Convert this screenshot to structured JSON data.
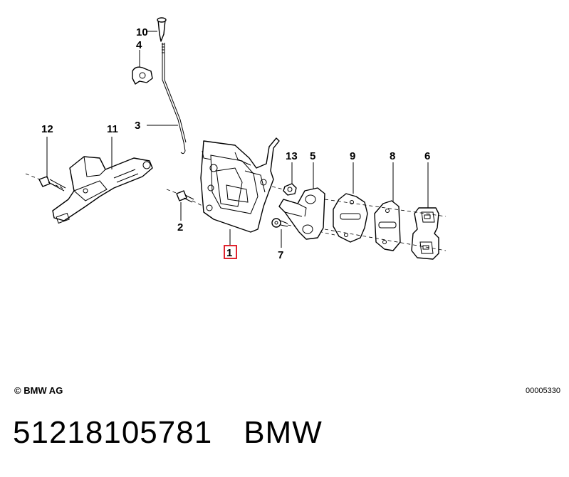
{
  "diagram": {
    "callouts": [
      {
        "label": "10"
      },
      {
        "label": "4"
      },
      {
        "label": "3"
      },
      {
        "label": "12"
      },
      {
        "label": "11"
      },
      {
        "label": "13"
      },
      {
        "label": "5"
      },
      {
        "label": "9"
      },
      {
        "label": "8"
      },
      {
        "label": "6"
      },
      {
        "label": "2"
      },
      {
        "label": "7"
      },
      {
        "label": "1",
        "highlighted": true
      }
    ],
    "highlight_color": "#e0232e"
  },
  "copyright": "© BMW AG",
  "diagram_number": "00005330",
  "footer": {
    "part_number": "51218105781",
    "brand": "BMW"
  }
}
